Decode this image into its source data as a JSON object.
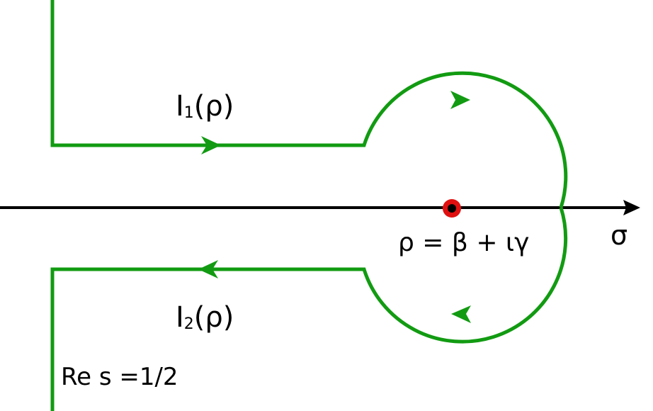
{
  "diagram": {
    "labels": {
      "upper_integral": {
        "main": "I",
        "sub": "1",
        "arg": "(ρ)"
      },
      "lower_integral": {
        "main": "I",
        "sub": "2",
        "arg": "(ρ)"
      },
      "zero": "ρ = β + ιγ",
      "axis": "σ",
      "critical_line": "Re s =1/2"
    },
    "colors": {
      "contour": "#129b12",
      "axis": "#000000",
      "zero_fill": "#e01010",
      "zero_center": "#000000"
    }
  }
}
